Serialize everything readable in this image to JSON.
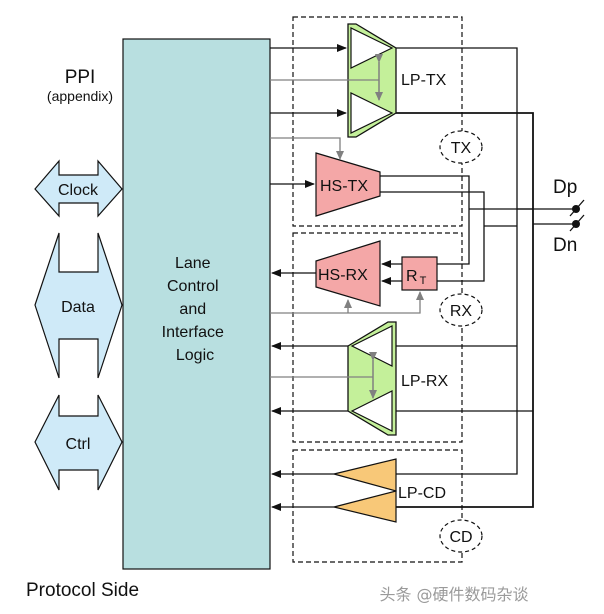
{
  "labels": {
    "ppi": "PPI",
    "ppi_sub": "(appendix)",
    "protocol_side": "Protocol Side",
    "lane_logic": [
      "Lane",
      "Control",
      "and",
      "Interface",
      "Logic"
    ],
    "clock": "Clock",
    "data": "Data",
    "ctrl": "Ctrl",
    "lp_tx": "LP-TX",
    "hs_tx": "HS-TX",
    "hs_rx": "HS-RX",
    "rt_main": "R",
    "rt_sub": "T",
    "lp_rx": "LP-RX",
    "lp_cd": "LP-CD",
    "group_tx": "TX",
    "group_rx": "RX",
    "group_cd": "CD",
    "dp": "Dp",
    "dn": "Dn",
    "watermark": "头条 @硬件数码杂谈"
  },
  "colors": {
    "lane_logic_fill": "#b8dfe0",
    "ppi_arrow_fill": "#cfeaf8",
    "lp_fill": "#c4f09a",
    "hs_fill": "#f4a7a7",
    "cd_fill": "#f8c878",
    "control_line": "#808080",
    "signal_line": "#111111"
  }
}
